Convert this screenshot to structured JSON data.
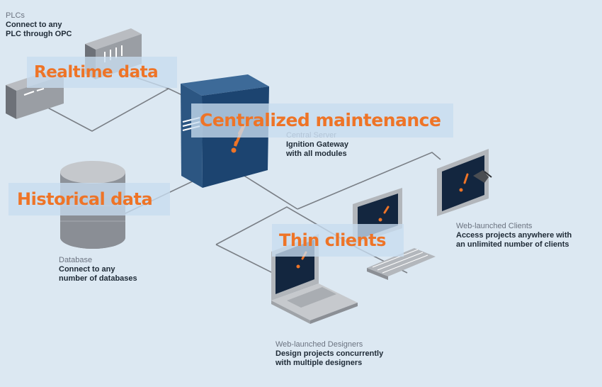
{
  "colors": {
    "background": "#dce8f2",
    "highlight_text": "#ee7427",
    "server_blue": "#1c4470",
    "connector_line": "#7a7f86",
    "screen_dark": "#13263f"
  },
  "plcs": {
    "title": "PLCs",
    "desc_line1": "Connect to any",
    "desc_line2": "PLC through OPC"
  },
  "server": {
    "title": "Central Server",
    "desc_line1": "Ignition Gateway",
    "desc_line2": "with all modules"
  },
  "database": {
    "title": "Database",
    "desc_line1": "Connect to any",
    "desc_line2": "number of databases"
  },
  "clients": {
    "title": "Web-launched Clients",
    "desc_line1": "Access projects anywhere with",
    "desc_line2": "an unlimited number of clients"
  },
  "designers": {
    "title": "Web-launched Designers",
    "desc_line1": "Design projects concurrently",
    "desc_line2": "with multiple designers"
  },
  "highlights": {
    "realtime": "Realtime data",
    "centralized": "Centralized maintenance",
    "historical": "Historical data",
    "thin": "Thin clients"
  },
  "icons": [
    "plc-icon",
    "server-icon",
    "database-icon",
    "monitor-icon",
    "laptop-icon",
    "keyboard-icon",
    "hand-pointer-icon",
    "ignition-logo-icon"
  ]
}
